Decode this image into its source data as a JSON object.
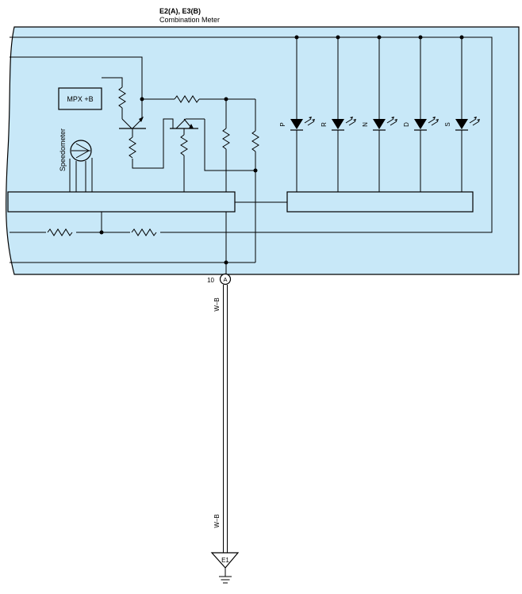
{
  "component": {
    "connectors": "E2(A), E3(B)",
    "name": "Combination Meter",
    "panel_color": "#c8e8f8"
  },
  "internal": {
    "mpx_label": "MPX +B",
    "speedometer_label": "Speedometer"
  },
  "indicators": [
    "P",
    "R",
    "N",
    "D",
    "S"
  ],
  "terminal": {
    "pin": "10",
    "connector": "A"
  },
  "wire": {
    "color_code_top": "W–B",
    "color_code_bottom": "W–B"
  },
  "ground": {
    "label": "E1"
  }
}
